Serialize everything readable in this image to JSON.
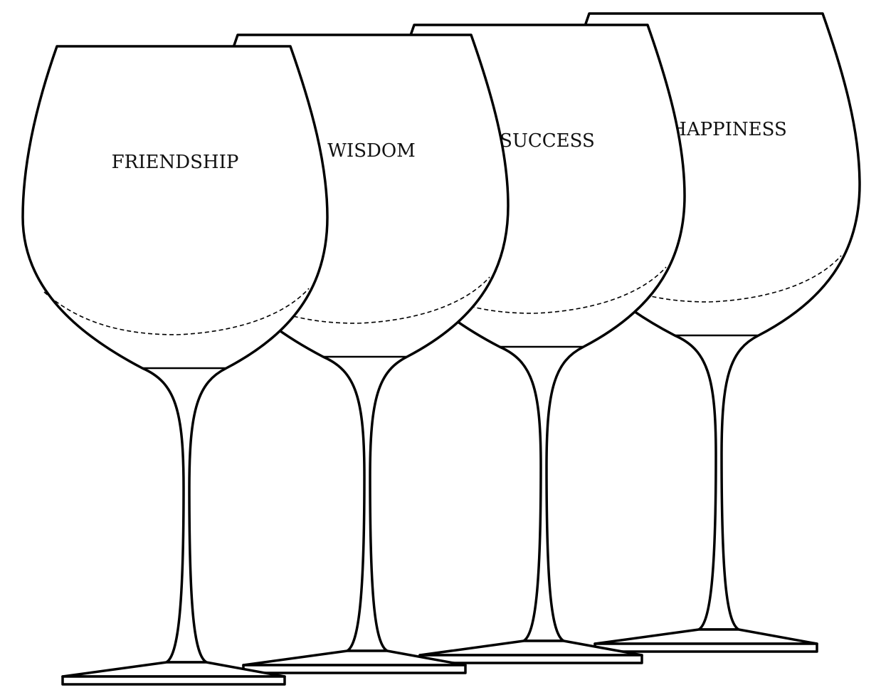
{
  "glasses": [
    {
      "label": "FRIENDSHIP"
    },
    {
      "label": "WISDOM"
    },
    {
      "label": "SUCCESS"
    },
    {
      "label": "HAPPINESS"
    }
  ],
  "colors": {
    "stroke": "#000000",
    "background": "#ffffff"
  }
}
